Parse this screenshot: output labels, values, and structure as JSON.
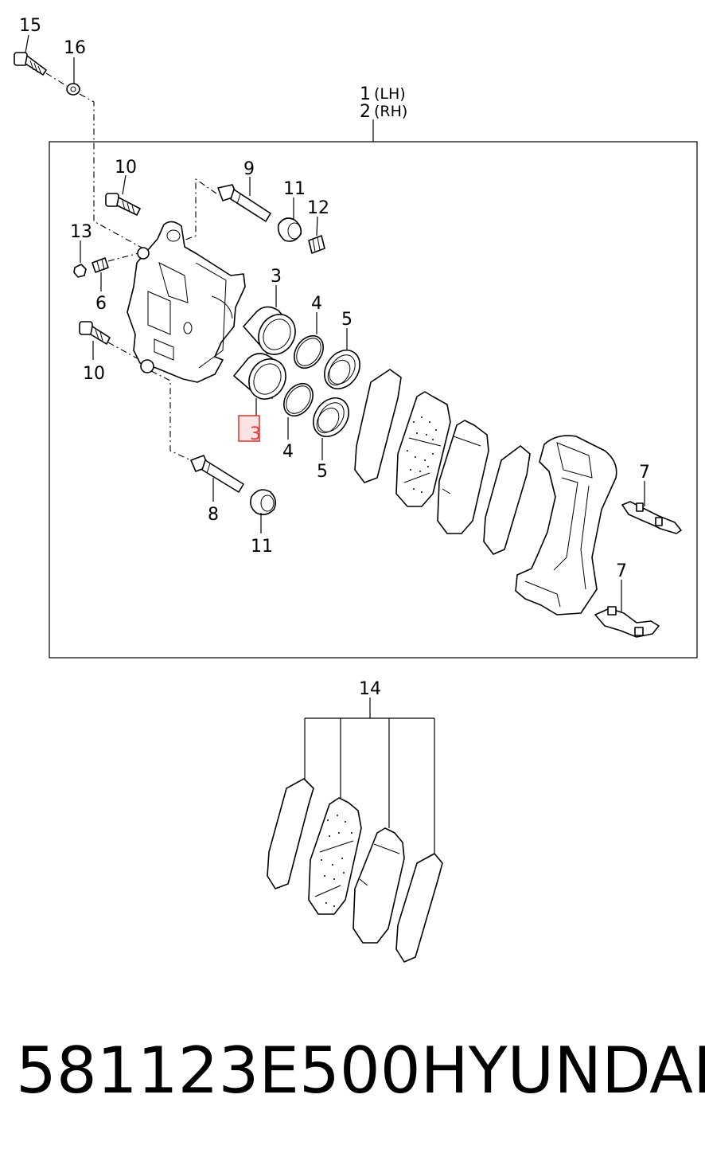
{
  "callouts": {
    "c15": "15",
    "c16": "16",
    "c1": "1",
    "c1_side": "(LH)",
    "c2": "2",
    "c2_side": "(RH)",
    "c10a": "10",
    "c9": "9",
    "c11a": "11",
    "c12": "12",
    "c13": "13",
    "c6": "6",
    "c3a": "3",
    "c4a": "4",
    "c5a": "5",
    "c10b": "10",
    "c3_highlight": "3",
    "c4b": "4",
    "c5b": "5",
    "c7a": "7",
    "c8": "8",
    "c11b": "11",
    "c7b": "7",
    "c14": "14"
  },
  "highlight_color": "#e23b3b",
  "footer": {
    "part_number": "581123E500",
    "brand": "HYUNDAI"
  }
}
